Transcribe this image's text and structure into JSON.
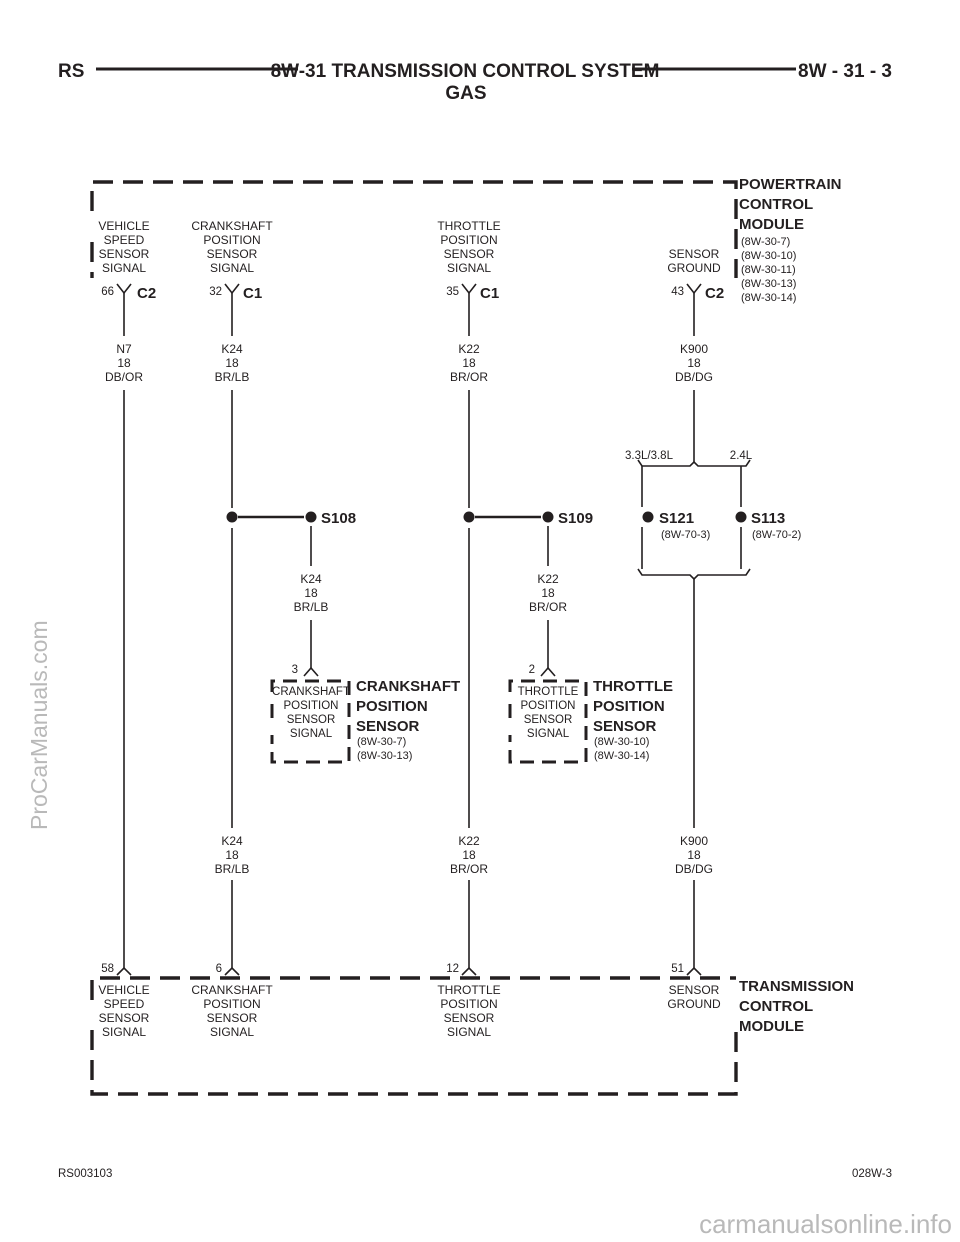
{
  "header": {
    "left": "RS",
    "title": "8W-31 TRANSMISSION CONTROL SYSTEM",
    "subtitle": "GAS",
    "right": "8W - 31 - 3"
  },
  "pcm": {
    "name": [
      "POWERTRAIN",
      "CONTROL",
      "MODULE"
    ],
    "refs": [
      "(8W-30-7)",
      "(8W-30-10)",
      "(8W-30-11)",
      "(8W-30-13)",
      "(8W-30-14)"
    ],
    "pins": [
      {
        "label": [
          "VEHICLE",
          "SPEED",
          "SENSOR",
          "SIGNAL"
        ],
        "pin": "66",
        "connector": "C2"
      },
      {
        "label": [
          "CRANKSHAFT",
          "POSITION",
          "SENSOR",
          "SIGNAL"
        ],
        "pin": "32",
        "connector": "C1"
      },
      {
        "label": [
          "THROTTLE",
          "POSITION",
          "SENSOR",
          "SIGNAL"
        ],
        "pin": "35",
        "connector": "C1"
      },
      {
        "label": [
          "SENSOR",
          "GROUND"
        ],
        "pin": "43",
        "connector": "C2"
      }
    ]
  },
  "wires": {
    "n7_top": [
      "N7",
      "18",
      "DB/OR"
    ],
    "k24_top": [
      "K24",
      "18",
      "BR/LB"
    ],
    "k22_top": [
      "K22",
      "18",
      "BR/OR"
    ],
    "k900_top": [
      "K900",
      "18",
      "DB/DG"
    ],
    "k24_mid": [
      "K24",
      "18",
      "BR/LB"
    ],
    "k22_mid": [
      "K22",
      "18",
      "BR/OR"
    ],
    "k24_bot": [
      "K24",
      "18",
      "BR/LB"
    ],
    "k22_bot": [
      "K22",
      "18",
      "BR/OR"
    ],
    "k900_bot": [
      "K900",
      "18",
      "DB/DG"
    ]
  },
  "options": {
    "left": "3.3L/3.8L",
    "right": "2.4L"
  },
  "splices": [
    {
      "name": "S108",
      "ref": ""
    },
    {
      "name": "S109",
      "ref": ""
    },
    {
      "name": "S121",
      "ref": "(8W-70-3)"
    },
    {
      "name": "S113",
      "ref": "(8W-70-2)"
    }
  ],
  "ckp_sensor": {
    "pin": "3",
    "inner": [
      "CRANKSHAFT",
      "POSITION",
      "SENSOR",
      "SIGNAL"
    ],
    "name": [
      "CRANKSHAFT",
      "POSITION",
      "SENSOR"
    ],
    "refs": [
      "(8W-30-7)",
      "(8W-30-13)"
    ]
  },
  "tps_sensor": {
    "pin": "2",
    "inner": [
      "THROTTLE",
      "POSITION",
      "SENSOR",
      "SIGNAL"
    ],
    "name": [
      "THROTTLE",
      "POSITION",
      "SENSOR"
    ],
    "refs": [
      "(8W-30-10)",
      "(8W-30-14)"
    ]
  },
  "tcm": {
    "name": [
      "TRANSMISSION",
      "CONTROL",
      "MODULE"
    ],
    "pins": [
      {
        "label": [
          "VEHICLE",
          "SPEED",
          "SENSOR",
          "SIGNAL"
        ],
        "pin": "58"
      },
      {
        "label": [
          "CRANKSHAFT",
          "POSITION",
          "SENSOR",
          "SIGNAL"
        ],
        "pin": "6"
      },
      {
        "label": [
          "THROTTLE",
          "POSITION",
          "SENSOR",
          "SIGNAL"
        ],
        "pin": "12"
      },
      {
        "label": [
          "SENSOR",
          "GROUND"
        ],
        "pin": "51"
      }
    ]
  },
  "footer": {
    "left": "RS003103",
    "right": "028W-3"
  },
  "watermarks": {
    "side": "ProCarManuals.com",
    "bottom": "carmanualsonline.info"
  }
}
